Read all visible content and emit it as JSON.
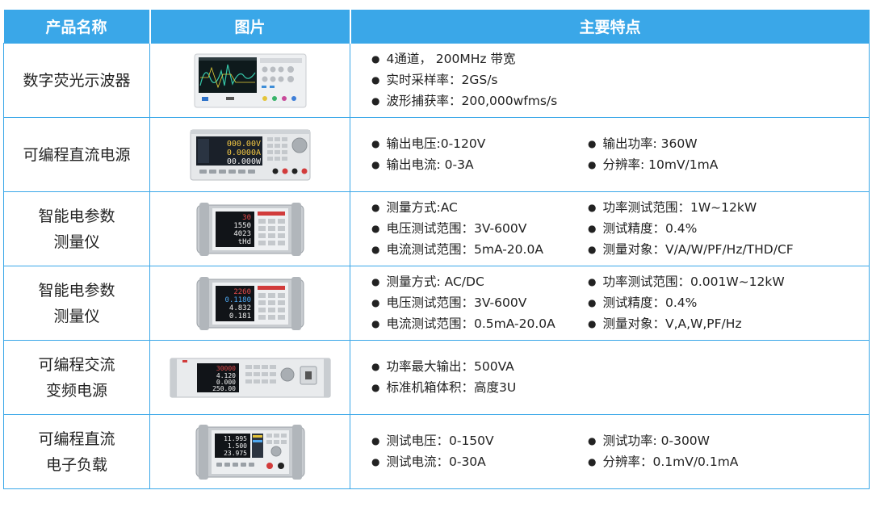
{
  "header": {
    "col_name": "产品名称",
    "col_image": "图片",
    "col_features": "主要特点"
  },
  "rows": [
    {
      "name_lines": [
        "数字荧光示波器"
      ],
      "device": "oscilloscope",
      "features": [
        "4通道， 200MHz 带宽",
        "实时采样率：2GS/s",
        "波形捕获率：200,000wfms/s"
      ]
    },
    {
      "name_lines": [
        "可编程直流电源"
      ],
      "device": "dc-power-supply",
      "screen": [
        "000.00V",
        "0.0000A",
        "00.000W"
      ],
      "features": [
        "输出电压:0-120V",
        "输出功率: 360W",
        "输出电流: 0-3A",
        "分辨率: 10mV/1mA"
      ]
    },
    {
      "name_lines": [
        "智能电参数",
        "测量仪"
      ],
      "device": "power-meter",
      "screen": [
        "30",
        "1550",
        "4023",
        "tHd"
      ],
      "features": [
        "测量方式:AC",
        "功率测试范围：1W~12kW",
        "电压测试范围：3V-600V",
        "测试精度：0.4%",
        "电流测试范围：5mA-20.0A",
        "测量对象：V/A/W/PF/Hz/THD/CF"
      ]
    },
    {
      "name_lines": [
        "智能电参数",
        "测量仪"
      ],
      "device": "power-meter",
      "screen": [
        "2260",
        "0.1180",
        "4.832",
        "0.181"
      ],
      "features": [
        "测量方式: AC/DC",
        "功率测试范围：0.001W~12kW",
        "电压测试范围：3V-600V",
        "测试精度：0.4%",
        "电流测试范围：0.5mA-20.0A",
        "测量对象：V,A,W,PF/Hz"
      ]
    },
    {
      "name_lines": [
        "可编程交流",
        "变频电源"
      ],
      "device": "ac-power-source",
      "screen": [
        "30000",
        "4.120",
        "0.000",
        "250.00"
      ],
      "features": [
        "功率最大输出：500VA",
        "标准机箱体积：高度3U"
      ]
    },
    {
      "name_lines": [
        "可编程直流",
        "电子负载"
      ],
      "device": "electronic-load",
      "screen": [
        "11.995",
        "1.500",
        "23.975"
      ],
      "features": [
        "测试电压：0-150V",
        "测试功率: 0-300W",
        "测试电流：0-30A",
        "分辨率：0.1mV/0.1mA"
      ]
    }
  ],
  "colors": {
    "accent": "#3aa7e8",
    "device_body": "#e6e8ea",
    "screen": "#1a2029"
  }
}
